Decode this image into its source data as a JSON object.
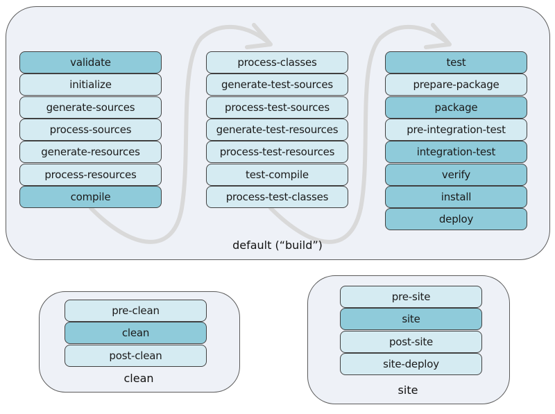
{
  "lifecycles": {
    "default": {
      "label": "default (“build”)",
      "columns": [
        [
          {
            "name": "validate",
            "highlight": true
          },
          {
            "name": "initialize",
            "highlight": false
          },
          {
            "name": "generate-sources",
            "highlight": false
          },
          {
            "name": "process-sources",
            "highlight": false
          },
          {
            "name": "generate-resources",
            "highlight": false
          },
          {
            "name": "process-resources",
            "highlight": false
          },
          {
            "name": "compile",
            "highlight": true
          }
        ],
        [
          {
            "name": "process-classes",
            "highlight": false
          },
          {
            "name": "generate-test-sources",
            "highlight": false
          },
          {
            "name": "process-test-sources",
            "highlight": false
          },
          {
            "name": "generate-test-resources",
            "highlight": false
          },
          {
            "name": "process-test-resources",
            "highlight": false
          },
          {
            "name": "test-compile",
            "highlight": false
          },
          {
            "name": "process-test-classes",
            "highlight": false
          }
        ],
        [
          {
            "name": "test",
            "highlight": true
          },
          {
            "name": "prepare-package",
            "highlight": false
          },
          {
            "name": "package",
            "highlight": true
          },
          {
            "name": "pre-integration-test",
            "highlight": false
          },
          {
            "name": "integration-test",
            "highlight": true
          },
          {
            "name": "verify",
            "highlight": true
          },
          {
            "name": "install",
            "highlight": true
          },
          {
            "name": "deploy",
            "highlight": true
          }
        ]
      ]
    },
    "clean": {
      "label": "clean",
      "phases": [
        {
          "name": "pre-clean",
          "highlight": false
        },
        {
          "name": "clean",
          "highlight": true
        },
        {
          "name": "post-clean",
          "highlight": false
        }
      ]
    },
    "site": {
      "label": "site",
      "phases": [
        {
          "name": "pre-site",
          "highlight": false
        },
        {
          "name": "site",
          "highlight": true
        },
        {
          "name": "post-site",
          "highlight": false
        },
        {
          "name": "site-deploy",
          "highlight": false
        }
      ]
    }
  },
  "colors": {
    "highlight": "#8fcbda",
    "normal": "#d5ebf2",
    "group_background": "#eef1f7",
    "flow_arrow": "#d9d9d9"
  }
}
